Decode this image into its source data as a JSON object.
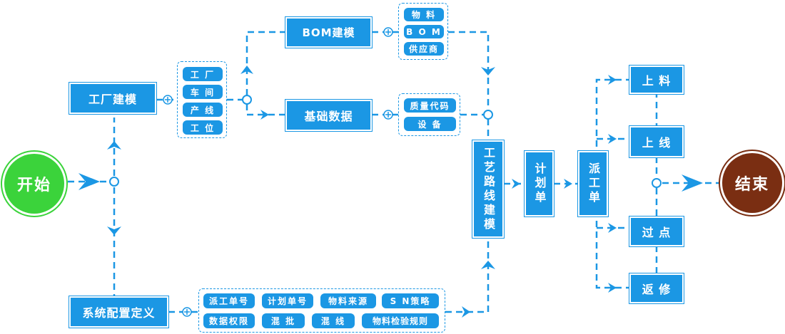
{
  "nodes": {
    "start": "开始",
    "end": "结束",
    "factory_modeling": "工厂建模",
    "factory_items": [
      "工 厂",
      "车 间",
      "产 线",
      "工 位"
    ],
    "bom_modeling": "BOM建模",
    "bom_items": [
      "物 料",
      "B O M",
      "供应商"
    ],
    "basic_data": "基础数据",
    "basic_items": [
      "质量代码",
      "设 备"
    ],
    "routing_modeling": "工艺路线建模",
    "plan_order": "计划单",
    "dispatch_order": "派工单",
    "loading": "上 料",
    "online": "上 线",
    "checkpoint": "过 点",
    "rework": "返 修",
    "system_config": "系统配置定义",
    "config_items": [
      "派工单号",
      "计划单号",
      "物料来源",
      "S N策略",
      "数据权限",
      "混 批",
      "混 线",
      "物料检验规则"
    ]
  },
  "colors": {
    "primary": "#1b97e4",
    "start": "#3bd33b",
    "end": "#7a2e12"
  }
}
